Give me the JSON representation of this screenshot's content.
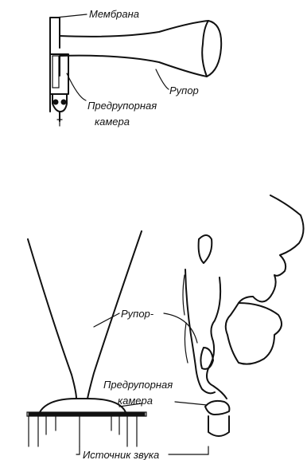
{
  "labels": {
    "membrane": "Мембрана",
    "horn_top": "Рупор",
    "prechamber_top_line1": "Предрупорная",
    "prechamber_top_line2": "камера",
    "horn_bottom": "Рупор-",
    "prechamber_bottom_line1": "Предрупорная",
    "prechamber_bottom_line2": "камера",
    "sound_source": "Источник звука"
  }
}
